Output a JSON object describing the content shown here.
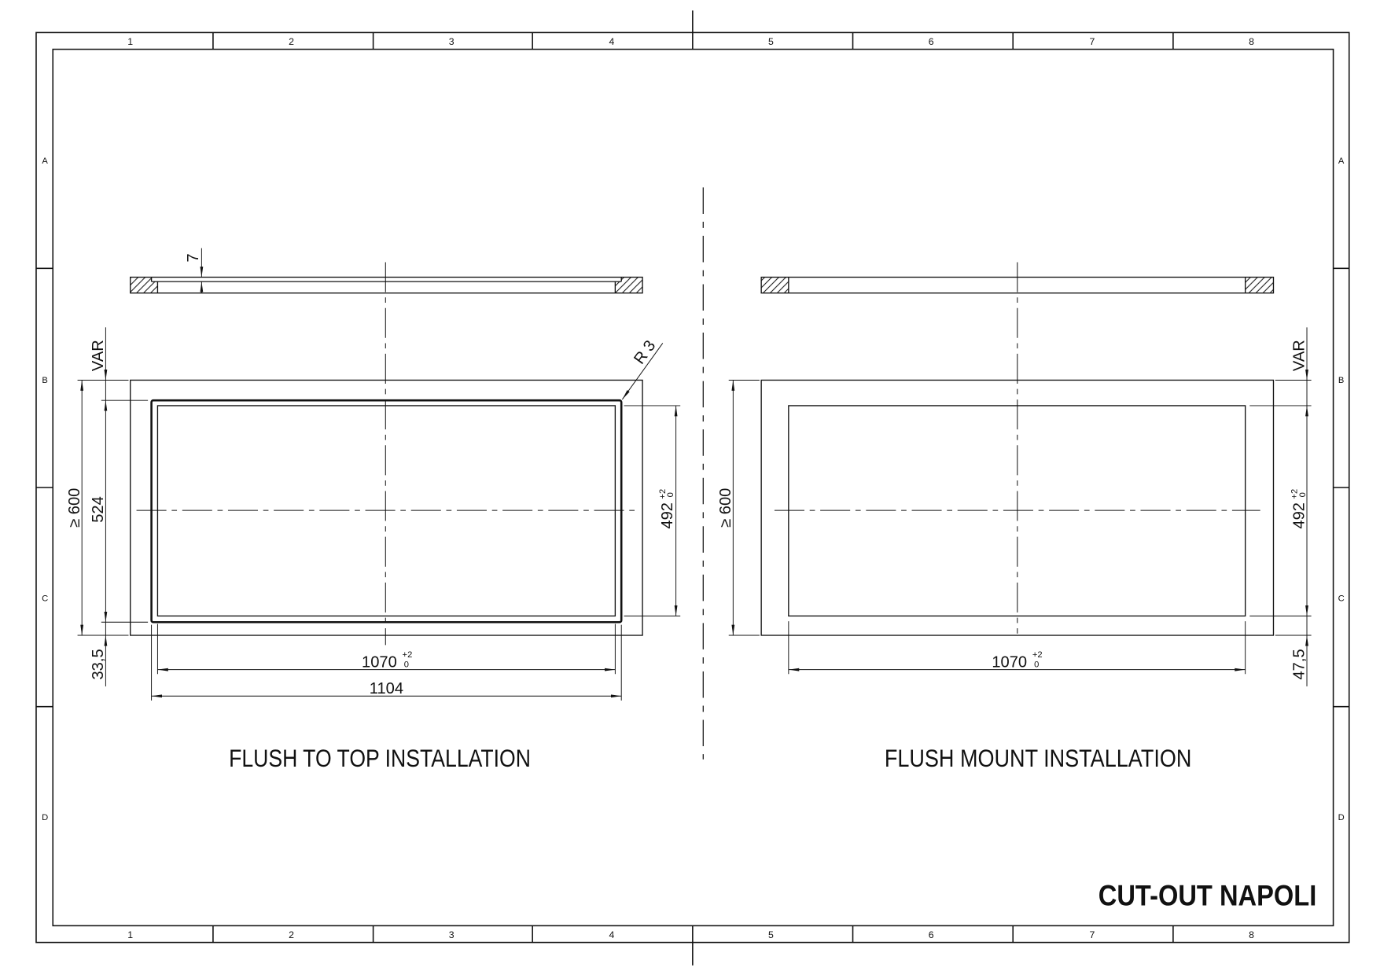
{
  "sheet": {
    "title": "CUT-OUT NAPOLI",
    "columns": [
      "1",
      "2",
      "3",
      "4",
      "5",
      "6",
      "7",
      "8"
    ],
    "rows": [
      "A",
      "B",
      "C",
      "D"
    ]
  },
  "flush_to_top": {
    "label": "FLUSH TO TOP INSTALLATION",
    "rebate_step": "7",
    "corner_radius": "R 3",
    "back_offset": "VAR",
    "worktop_depth": "≥ 600",
    "rebate_depth": "524",
    "cutout_depth": "492",
    "cutout_depth_tol_upper": "+2",
    "cutout_depth_tol_lower": "0",
    "front_offset": "33,5",
    "cutout_width": "1070",
    "cutout_width_tol_upper": "+2",
    "cutout_width_tol_lower": "0",
    "rebate_width": "1104"
  },
  "flush_mount": {
    "label": "FLUSH MOUNT INSTALLATION",
    "back_offset": "VAR",
    "worktop_depth": "≥ 600",
    "cutout_depth": "492",
    "cutout_depth_tol_upper": "+2",
    "cutout_depth_tol_lower": "0",
    "front_offset": "47,5",
    "cutout_width": "1070",
    "cutout_width_tol_upper": "+2",
    "cutout_width_tol_lower": "0"
  }
}
